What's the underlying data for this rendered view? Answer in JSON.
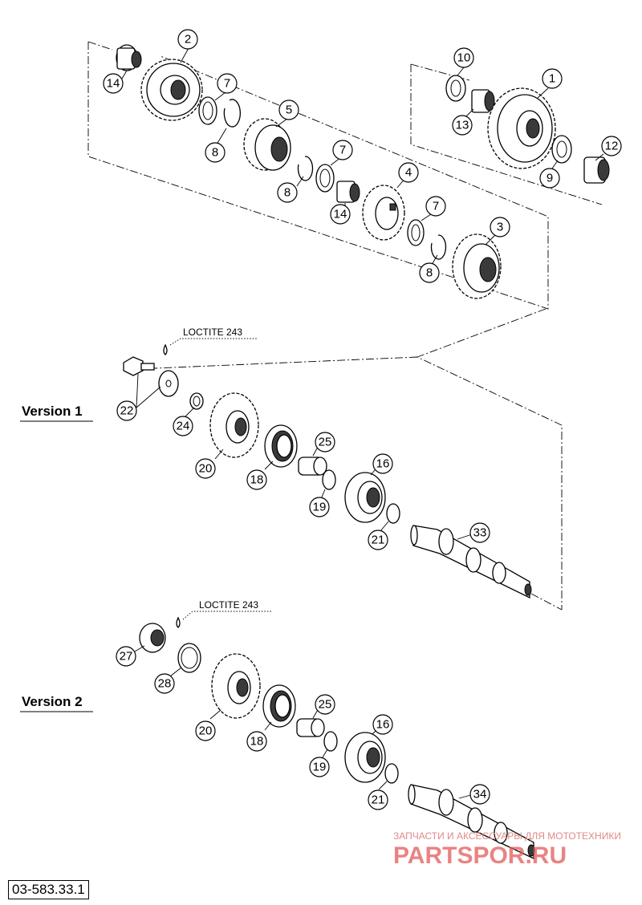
{
  "document": {
    "doc_number": "03-583.33.1"
  },
  "labels": {
    "version1": "Version 1",
    "version2": "Version 2",
    "loctite_1": "LOCTITE 243",
    "loctite_2": "LOCTITE 243"
  },
  "watermark": {
    "line1": "ЗАПЧАСТИ И АКСЕССУАРЫ ДЛЯ МОТОТЕХНИКИ",
    "line2": "PARTSPOR.RU"
  },
  "callouts": {
    "c1": "1",
    "c2": "2",
    "c3": "3",
    "c4": "4",
    "c5": "5",
    "c7a": "7",
    "c7b": "7",
    "c7c": "7",
    "c8a": "8",
    "c8b": "8",
    "c8c": "8",
    "c9": "9",
    "c10": "10",
    "c12": "12",
    "c13": "13",
    "c14a": "14",
    "c14b": "14",
    "c16a": "16",
    "c16b": "16",
    "c18a": "18",
    "c18b": "18",
    "c19a": "19",
    "c19b": "19",
    "c20a": "20",
    "c20b": "20",
    "c21a": "21",
    "c21b": "21",
    "c22": "22",
    "c24": "24",
    "c25a": "25",
    "c25b": "25",
    "c27": "27",
    "c28": "28",
    "c33": "33",
    "c34": "34"
  }
}
